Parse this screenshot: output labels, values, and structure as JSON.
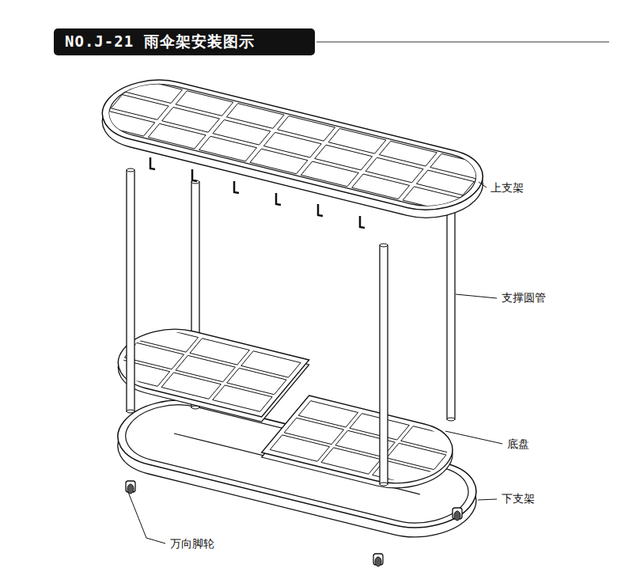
{
  "diagram": {
    "title": "NO.J-21 雨伞架安装图示",
    "labels": [
      "上支架",
      "支撑圆管",
      "底盘",
      "下支架",
      "万向脚轮"
    ]
  }
}
